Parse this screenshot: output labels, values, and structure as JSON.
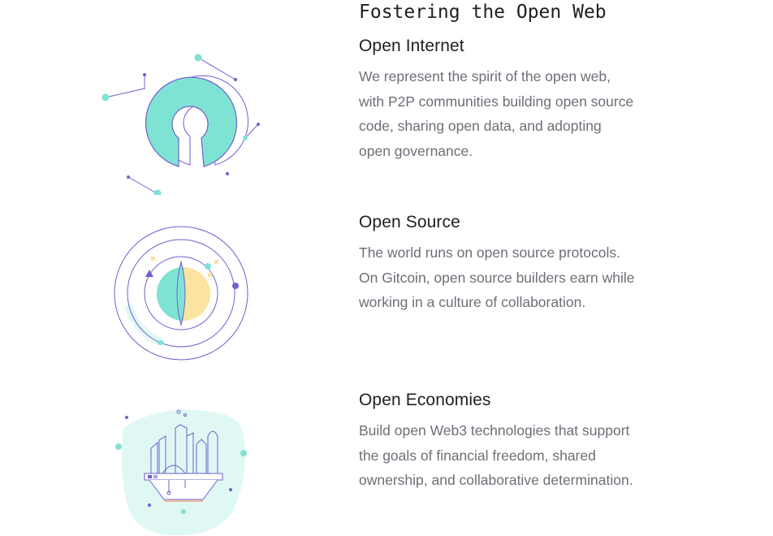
{
  "section": {
    "title": "Fostering the Open Web"
  },
  "features": [
    {
      "title": "Open Internet",
      "description": "We represent the spirit of the open web, with P2P communities building open source code, sharing open data, and adopting open governance.",
      "illustration": "keyhole-illustration"
    },
    {
      "title": "Open Source",
      "description": "The world runs on open source protocols. On Gitcoin, open source builders earn while working in a culture of collaboration.",
      "illustration": "orbit-planet-illustration"
    },
    {
      "title": "Open Economies",
      "description": "Build open Web3 technologies that support the goals of financial freedom, shared ownership, and collaborative determination.",
      "illustration": "floating-city-illustration"
    }
  ],
  "colors": {
    "teal": "#7fe3d4",
    "purple": "#6f5fd0",
    "yellow": "#fbe3a0",
    "heading": "#1f1f24",
    "body_text": "#6e6e78"
  }
}
